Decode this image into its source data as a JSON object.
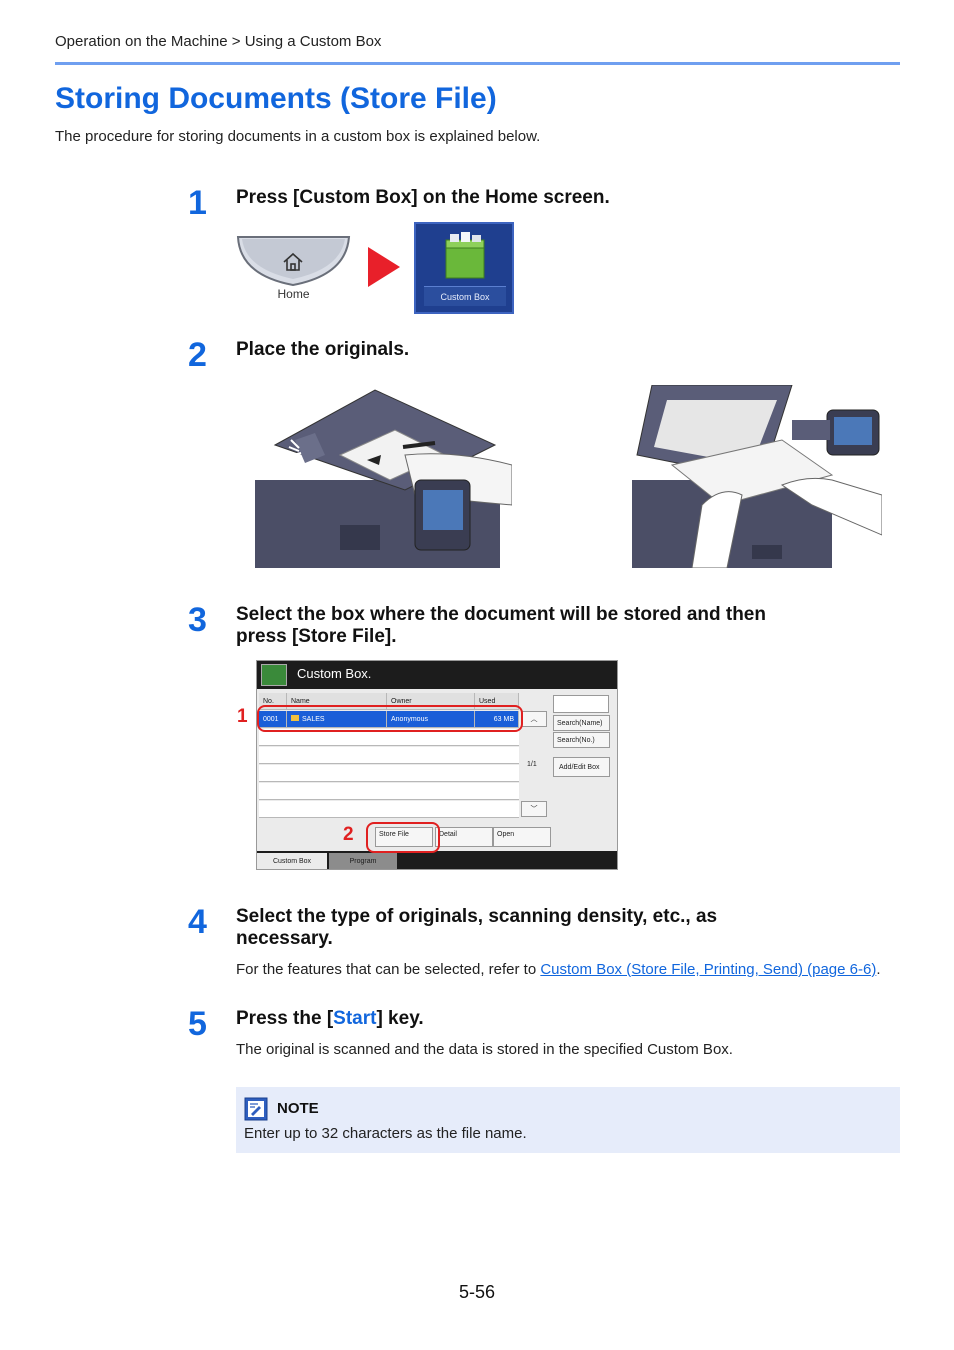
{
  "header": {
    "breadcrumb": "Operation on the Machine > Using a Custom Box"
  },
  "title": "Storing Documents (Store File)",
  "intro": "The procedure for storing documents in a custom box is explained below.",
  "steps": [
    {
      "num": "1",
      "heading": "Press [Custom Box] on the Home screen."
    },
    {
      "num": "2",
      "heading": "Place the originals."
    },
    {
      "num": "3",
      "heading_line1": "Select the box where the document will be stored and then",
      "heading_line2": "press [Store File]."
    },
    {
      "num": "4",
      "heading_line1": "Select the type of originals, scanning density, etc., as",
      "heading_line2": "necessary.",
      "body_prefix": "For the features that can be selected, refer to ",
      "link": "Custom Box (Store File, Printing, Send) (page 6-6)",
      "body_suffix": "."
    },
    {
      "num": "5",
      "heading_prefix": "Press the [",
      "heading_key": "Start",
      "heading_suffix": "] key.",
      "body": "The original is scanned and the data is stored in the specified Custom Box."
    }
  ],
  "step1_ui": {
    "home_label": "Home",
    "tile_label": "Custom Box"
  },
  "panel": {
    "title": "Custom Box.",
    "columns": [
      "No.",
      "Name",
      "Owner",
      "Used"
    ],
    "row": {
      "no": "0001",
      "name": "SALES",
      "owner": "Anonymous",
      "used": "63  MB"
    },
    "page": "1/1",
    "side_buttons": {
      "search_name": "Search(Name)",
      "search_no": "Search(No.)",
      "add_edit": "Add/Edit Box"
    },
    "bottom_buttons": {
      "store_file": "Store File",
      "detail": "Detail",
      "open": "Open"
    },
    "tabs": {
      "custom_box": "Custom Box",
      "program": "Program"
    },
    "callouts": [
      "1",
      "2"
    ]
  },
  "note": {
    "label": "NOTE",
    "text": "Enter up to 32 characters as the file name."
  },
  "page_number": "5-56",
  "colors": {
    "accent": "#1166dd",
    "callout": "#e02020",
    "note_bg": "#e6ecfa"
  }
}
